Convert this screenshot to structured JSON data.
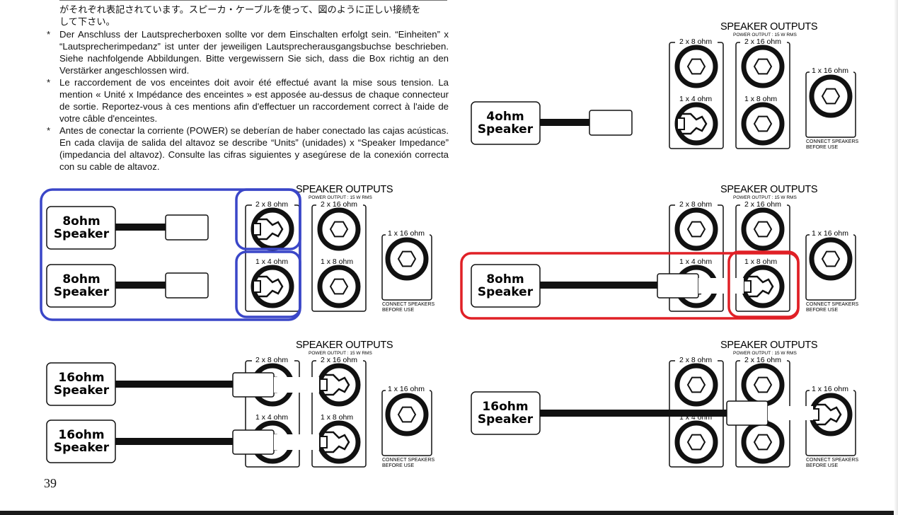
{
  "text": {
    "japanese_lines": [
      "がそれぞれ表記されています。スピーカ・ケーブルを使って、図のように正しい接続を",
      "して下さい。"
    ],
    "de": "Der Anschluss der Lautsprecherboxen sollte vor dem Einschalten erfolgt sein. “Einheiten” x “Lautsprecherimpedanz” ist unter der jeweiligen Lautsprecherausgangsbuchse beschrieben. Siehe nachfolgende Abbildungen. Bitte vergewissern Sie sich, dass die Box richtig an den Verstärker angeschlossen wird.",
    "fr": "Le raccordement de vos enceintes doit avoir été effectué avant la mise sous tension. La mention « Unité x Impédance des enceintes » est apposée au-dessus de chaque connecteur de sortie. Reportez-vous à ces mentions afin d'effectuer un raccordement correct à l'aide de votre câble d'enceintes.",
    "es": "Antes de conectar la corriente (POWER) se deberían de haber conectado las cajas acústicas. En cada clavija de salida del altavoz se describe “Units” (unidades) x “Speaker Impedance” (impedancia del altavoz). Consulte las cifras siguientes y asegúrese de la conexión correcta con su cable de altavoz.",
    "bullet": "*"
  },
  "panel_labels": {
    "title": "SPEAKER OUTPUTS",
    "subtitle": "POWER OUTPUT : 15 W RMS",
    "jack_2x8": "2 x 8 ohm",
    "jack_2x16": "2 x 16 ohm",
    "jack_1x4": "1 x 4 ohm",
    "jack_1x8": "1 x 8 ohm",
    "jack_1x16": "1 x 16 ohm",
    "connect_line1": "CONNECT SPEAKERS",
    "connect_line2": "BEFORE USE"
  },
  "speakers": {
    "s4": [
      "4ohm",
      "Speaker"
    ],
    "s8": [
      "8ohm",
      "Speaker"
    ],
    "s16": [
      "16ohm",
      "Speaker"
    ]
  },
  "colors": {
    "highlight_blue": "#3a46c8",
    "highlight_red": "#e02026",
    "ink": "#111111"
  },
  "page_number": "39"
}
